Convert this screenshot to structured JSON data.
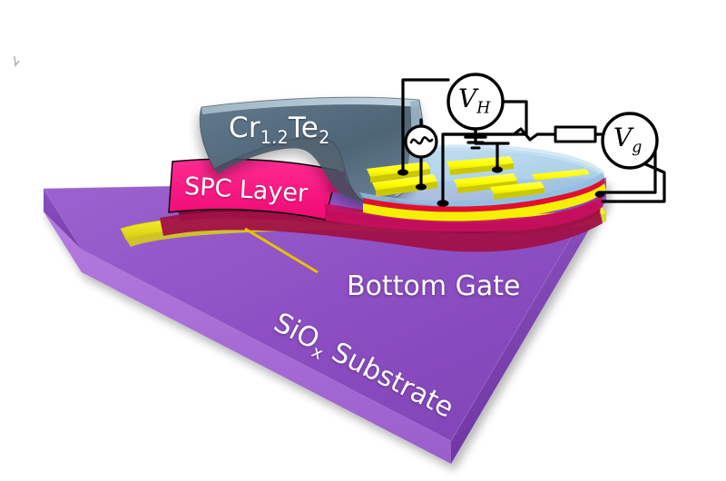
{
  "figure": {
    "kind": "device-schematic",
    "description": "Three-dimensional schematic of a gated Hall-bar device"
  },
  "labels": {
    "material": {
      "base1": "Cr",
      "sub1": "1.2",
      "base2": "Te",
      "sub2": "2"
    },
    "spc_layer": "SPC Layer",
    "bottom_gate": "Bottom Gate",
    "substrate": {
      "base1": "SiO",
      "sub1": "x",
      "base2": " Substrate"
    }
  },
  "circuit": {
    "hall_meter": {
      "base": "V",
      "sub": "H",
      "name": "Hall voltage meter"
    },
    "gate_meter": {
      "base": "V",
      "sub": "g",
      "name": "Gate voltage source"
    },
    "ac_source": "~",
    "ground": "earth-ground",
    "resistor": "series-resistor"
  },
  "colors": {
    "substrate_top": "#8a4ec0",
    "substrate_top2": "#9b63cd",
    "substrate_side": "#7b3fb2",
    "substrate_front": "#a870d8",
    "gate_yellow": "#e8e320",
    "gate_yellow_bright": "#f5f000",
    "spc_pink": "#f5157f",
    "spc_crimson": "#9e0d46",
    "flake_slate": "#546a7b",
    "flake_slate_light": "#7d96a6",
    "hallbar_blue": "#a9cfe8",
    "electrode_yellow": "#ffff00",
    "electrode_shadow": "#c9c400",
    "wire_black": "#000000",
    "label_white": "#ffffff"
  },
  "electrodes": [
    {
      "id": "e1",
      "name": "electrode-top-left"
    },
    {
      "id": "e2",
      "name": "electrode-mid-left"
    },
    {
      "id": "e3",
      "name": "electrode-top-mid"
    },
    {
      "id": "e4",
      "name": "electrode-bottom-mid"
    },
    {
      "id": "e5",
      "name": "electrode-right"
    },
    {
      "id": "e6",
      "name": "electrode-far-right"
    }
  ],
  "contacts": [
    {
      "id": "c1",
      "name": "contact-source"
    },
    {
      "id": "c2",
      "name": "contact-ac"
    },
    {
      "id": "c3",
      "name": "contact-ground"
    },
    {
      "id": "c4",
      "name": "contact-drain"
    },
    {
      "id": "c5",
      "name": "contact-gate"
    }
  ]
}
